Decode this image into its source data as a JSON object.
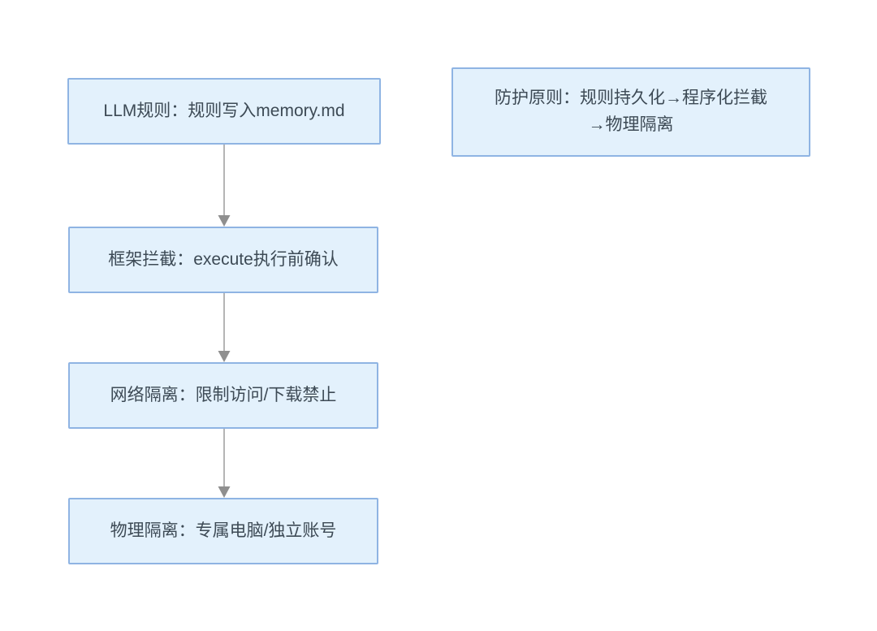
{
  "diagram": {
    "type": "flowchart",
    "flow_nodes": [
      {
        "id": "llm-rules",
        "label": "LLM规则：规则写入memory.md"
      },
      {
        "id": "framework-intercept",
        "label": "框架拦截：execute执行前确认"
      },
      {
        "id": "network-isolation",
        "label": "网络隔离：限制访问/下载禁止"
      },
      {
        "id": "physical-isolation",
        "label": "物理隔离：专属电脑/独立账号"
      }
    ],
    "connectors": [
      {
        "from": "llm-rules",
        "to": "framework-intercept",
        "direction": "down"
      },
      {
        "from": "framework-intercept",
        "to": "network-isolation",
        "direction": "down"
      },
      {
        "from": "network-isolation",
        "to": "physical-isolation",
        "direction": "down"
      }
    ],
    "side_note": {
      "line1": "防护原则：规则持久化→程序化拦截",
      "line2": "→物理隔离"
    },
    "colors": {
      "node_fill": "#e3f1fc",
      "node_border": "#8fb4e3",
      "text": "#3d4a55",
      "arrow_line": "#b5b5b5",
      "arrow_head": "#8f8f8f",
      "background": "#ffffff"
    }
  }
}
